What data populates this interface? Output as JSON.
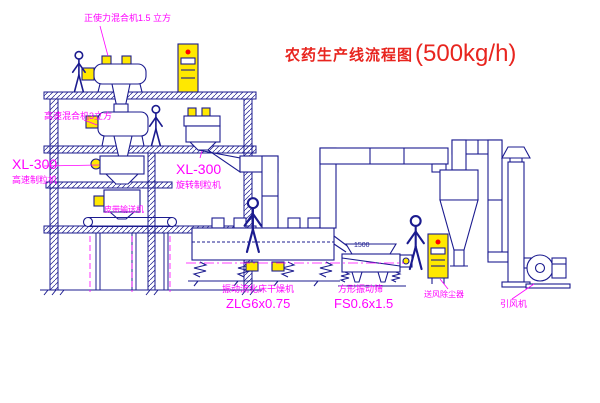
{
  "title": {
    "main": "农药生产线流程图",
    "capacity": "(500kg/h)"
  },
  "labels": {
    "mixer_top": "正使力混合机1.5 立方",
    "mixer_mid": "高速混合机3立方",
    "granulator_left_model": "XL-300",
    "granulator_left_name": "高速制粒机",
    "granulator_right_model": "XL-300",
    "granulator_right_name": "旋转制粒机",
    "belt_conveyor": "皮带输送机",
    "dryer_name": "振动流化床干燥机",
    "dryer_model": "ZLG6x0.75",
    "sieve_name": "方形振动筛",
    "sieve_model": "FS0.6x1.5",
    "dust_collector": "送风除尘器",
    "fan": "引风机",
    "dim_1500": "1500"
  },
  "colors": {
    "outline": "#1b1b8f",
    "label": "#ff00ff",
    "title": "#e8251f",
    "equipment_fill": "#ffe800",
    "background": "#ffffff"
  }
}
